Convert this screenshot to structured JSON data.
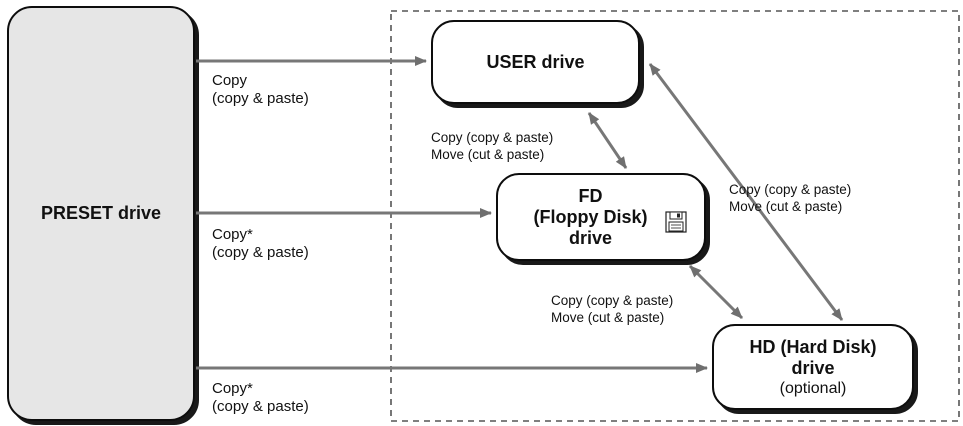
{
  "nodes": {
    "preset": {
      "title": "PRESET drive"
    },
    "user": {
      "title": "USER drive"
    },
    "fd": {
      "line1": "FD",
      "line2": "(Floppy Disk)",
      "line3": "drive"
    },
    "hd": {
      "line1": "HD (Hard Disk)",
      "line2": "drive",
      "note": "(optional)"
    }
  },
  "labels": {
    "preset_to_user": [
      "Copy",
      "(copy & paste)"
    ],
    "preset_to_fd": [
      "Copy*",
      "(copy & paste)"
    ],
    "preset_to_hd": [
      "Copy*",
      "(copy & paste)"
    ],
    "user_fd": [
      "Copy (copy & paste)",
      "Move (cut & paste)"
    ],
    "user_hd": [
      "Copy (copy & paste)",
      "Move (cut & paste)"
    ],
    "fd_hd": [
      "Copy (copy & paste)",
      "Move (cut & paste)"
    ]
  },
  "icons": {
    "fd": "floppy-disk-icon"
  },
  "colors": {
    "preset_fill": "#e6e6e6",
    "arrow": "#777777",
    "stroke": "#111111"
  }
}
